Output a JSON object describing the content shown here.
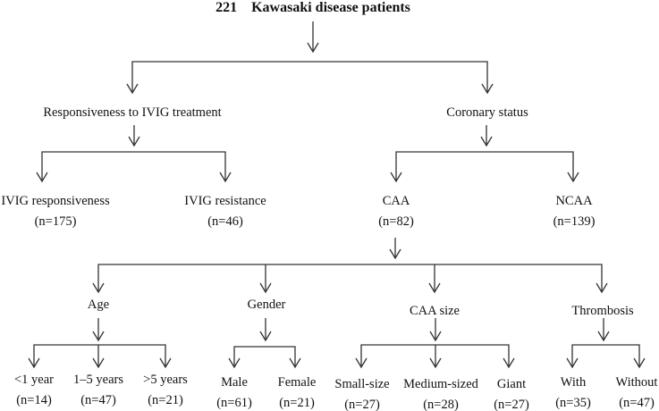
{
  "title": {
    "count": "221",
    "label": "Kawasaki disease patients"
  },
  "branches": {
    "ivig": {
      "label": "Responsiveness to IVIG treatment",
      "responsive": {
        "label": "IVIG responsiveness",
        "n": "(n=175)"
      },
      "resistant": {
        "label": "IVIG resistance",
        "n": "(n=46)"
      }
    },
    "coronary": {
      "label": "Coronary status",
      "caa": {
        "label": "CAA",
        "n": "(n=82)"
      },
      "ncaa": {
        "label": "NCAA",
        "n": "(n=139)"
      }
    }
  },
  "caa_groups": {
    "age": {
      "label": "Age",
      "items": [
        {
          "label": "<1 year",
          "n": "(n=14)"
        },
        {
          "label": "1–5 years",
          "n": "(n=47)"
        },
        {
          "label": ">5 years",
          "n": "(n=21)"
        }
      ]
    },
    "gender": {
      "label": "Gender",
      "items": [
        {
          "label": "Male",
          "n": "(n=61)"
        },
        {
          "label": "Female",
          "n": "(n=21)"
        }
      ]
    },
    "size": {
      "label": "CAA size",
      "items": [
        {
          "label": "Small-size",
          "n": "(n=27)"
        },
        {
          "label": "Medium-sized",
          "n": "(n=28)"
        },
        {
          "label": "Giant",
          "n": "(n=27)"
        }
      ]
    },
    "thrombosis": {
      "label": "Thrombosis",
      "items": [
        {
          "label": "With",
          "n": "(n=35)"
        },
        {
          "label": "Without",
          "n": "(n=47)"
        }
      ]
    }
  }
}
